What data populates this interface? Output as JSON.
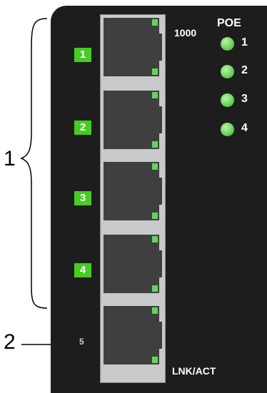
{
  "header": {
    "poe_label": "POE",
    "speed_label": "1000"
  },
  "footer": {
    "lnk_act_label": "LNK/ACT"
  },
  "ports": [
    {
      "number": "1"
    },
    {
      "number": "2"
    },
    {
      "number": "3"
    },
    {
      "number": "4"
    },
    {
      "number": "5"
    }
  ],
  "poe_leds": [
    {
      "number": "1"
    },
    {
      "number": "2"
    },
    {
      "number": "3"
    },
    {
      "number": "4"
    }
  ],
  "callouts": {
    "brace_label": "1",
    "line_label": "2"
  },
  "colors": {
    "panel": "#1d1d1d",
    "led_green": "#5fcf4a",
    "tag_green": "#46cc22"
  }
}
